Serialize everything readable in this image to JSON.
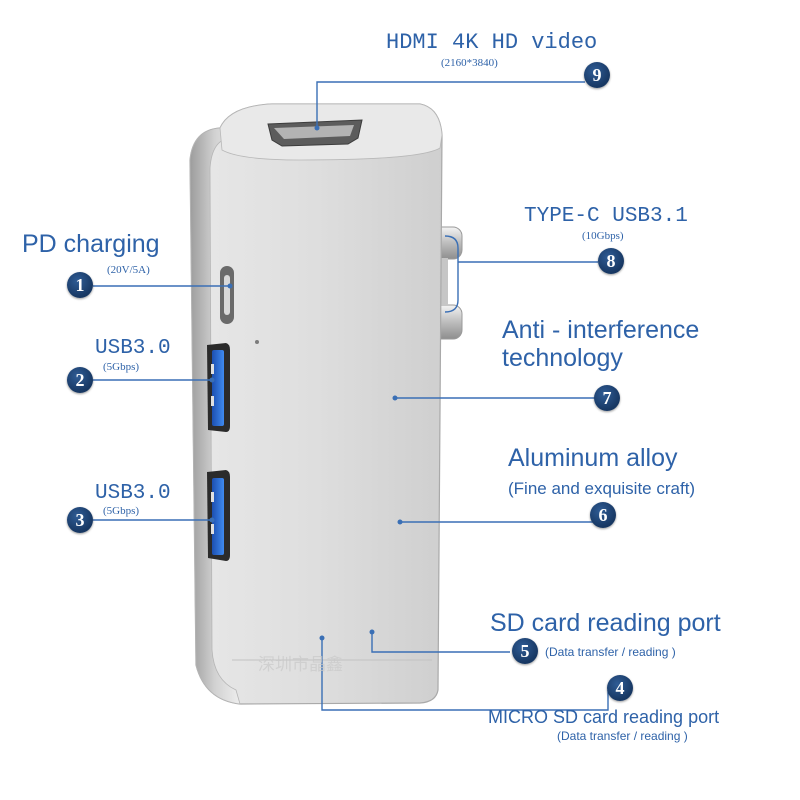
{
  "colors": {
    "label_text": "#2e62a8",
    "badge_fill": "#1d3f6e",
    "leader_line": "#3a6fb5",
    "housing": "#dcdcdc"
  },
  "callouts": [
    {
      "number": "1",
      "title": "PD charging",
      "detail": "(20V/5A)"
    },
    {
      "number": "2",
      "title": "USB3.0",
      "detail": "(5Gbps)"
    },
    {
      "number": "3",
      "title": "USB3.0",
      "detail": "(5Gbps)"
    },
    {
      "number": "4",
      "title": "MICRO SD card reading port",
      "detail": "(Data transfer / reading )"
    },
    {
      "number": "5",
      "title": "SD card reading port",
      "detail": "(Data transfer / reading )"
    },
    {
      "number": "6",
      "title": "Aluminum alloy",
      "detail": "(Fine and exquisite craft)"
    },
    {
      "number": "7",
      "title": "Anti - interference technology",
      "detail": ""
    },
    {
      "number": "8",
      "title": "TYPE-C USB3.1",
      "detail": "(10Gbps)"
    },
    {
      "number": "9",
      "title": "HDMI 4K HD video",
      "detail": "(2160*3840)"
    }
  ],
  "watermark": "深圳市晶鑫"
}
